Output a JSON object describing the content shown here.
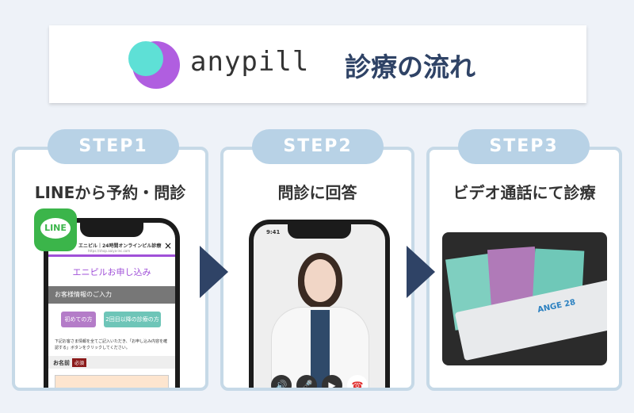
{
  "header": {
    "brand": "anypill",
    "title": "診療の流れ"
  },
  "steps": [
    {
      "label": "STEP1",
      "title": "LINEから予約・問診",
      "phone": {
        "line_icon": "LINE",
        "browser_title": "エニピル｜24時間オンラインピル診療",
        "url": "https://shop.aaiya-inc.com",
        "close": "×",
        "app_title": "エニピルお申し込み",
        "section": "お客様情報のご入力",
        "btn_first": "初めての方",
        "btn_repeat": "2回目以降の診療の方",
        "note": "下記お客さま情報を全てご記入いただき、「お申し込み内容を確認する」ボタンをクリックしてください。",
        "field_label": "お名前",
        "required": "必須"
      }
    },
    {
      "label": "STEP2",
      "title": "問診に回答",
      "phone": {
        "time": "9:41"
      }
    },
    {
      "label": "STEP3",
      "title": "ビデオ通話にて診療",
      "photo_text": "ANGE 28"
    }
  ],
  "colors": {
    "accent": "#2f4366",
    "step_pill": "#b8d2e6",
    "card_border": "#c6d9e7",
    "line_green": "#3bb54a",
    "purple": "#b05ee0",
    "teal": "#5ee0d6"
  }
}
